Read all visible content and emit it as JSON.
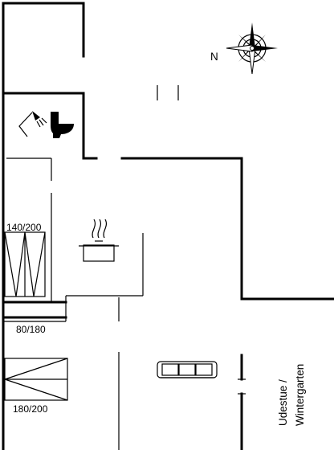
{
  "compass": {
    "north_label": "N",
    "icon": "compass-rose-icon"
  },
  "rooms": {
    "bed_top_label": "140/200",
    "bed_middle_label": "80/180",
    "bed_bottom_label": "180/200",
    "sunroom_label_line1": "Udestue /",
    "sunroom_label_line2": "Wintergarten"
  },
  "icons": {
    "shower": "shower-icon",
    "toilet": "toilet-icon",
    "kitchen": "cooking-pot-icon",
    "sofa": "sofa-icon"
  }
}
